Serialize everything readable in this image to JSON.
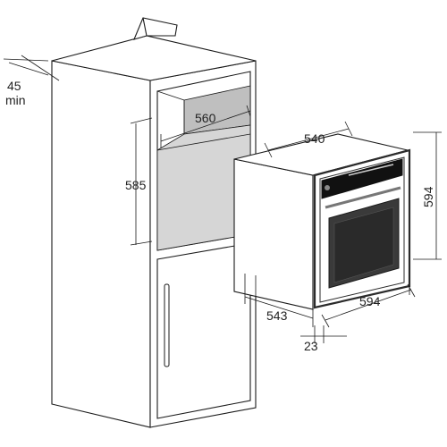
{
  "dimensions": {
    "niche_width": "560",
    "niche_height": "585",
    "rear_gap": "45",
    "rear_gap_note": "min",
    "oven_depth": "540",
    "oven_height": "594",
    "oven_width": "594",
    "cabinet_depth": "543",
    "front_offset": "23"
  },
  "colors": {
    "line": "#1a1a1a",
    "niche_shade": "#d6d6d6",
    "niche_back": "#bfbfbf",
    "oven_frame": "#2b2b2b",
    "oven_window": "#3a3a3a",
    "control_panel": "#111111"
  }
}
